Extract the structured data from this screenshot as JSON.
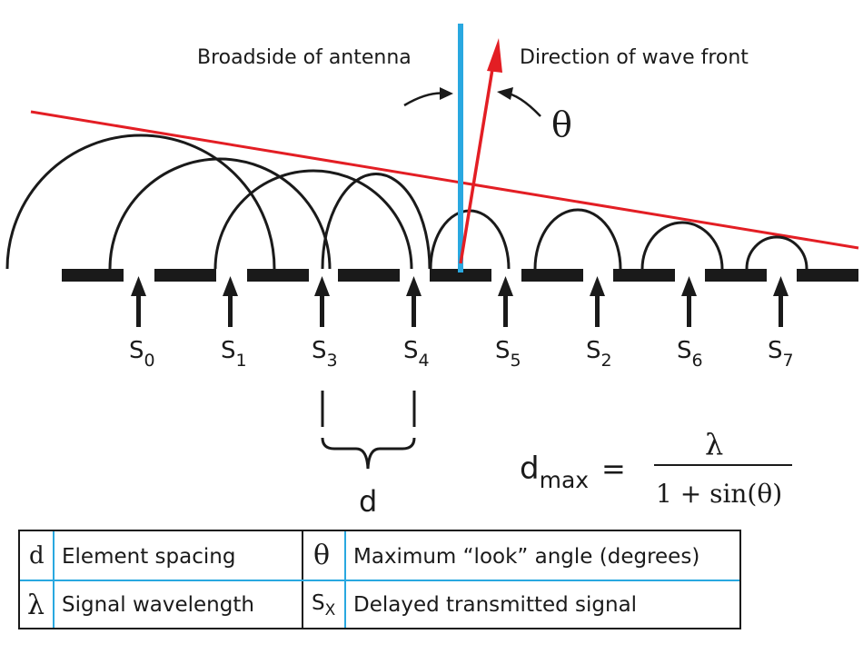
{
  "labels": {
    "broadside": "Broadside of antenna",
    "wavefront": "Direction of wave front",
    "theta": "θ",
    "spacing": "d"
  },
  "signals": [
    {
      "base": "S",
      "sub": "0"
    },
    {
      "base": "S",
      "sub": "1"
    },
    {
      "base": "S",
      "sub": "3"
    },
    {
      "base": "S",
      "sub": "4"
    },
    {
      "base": "S",
      "sub": "5"
    },
    {
      "base": "S",
      "sub": "2"
    },
    {
      "base": "S",
      "sub": "6"
    },
    {
      "base": "S",
      "sub": "7"
    }
  ],
  "formula": {
    "lhs_base": "d",
    "lhs_sub": "max",
    "equals": "=",
    "numerator": "λ",
    "denominator": "1 + sin(θ)"
  },
  "legend": [
    {
      "symbol": "d",
      "text": "Element spacing"
    },
    {
      "symbol": "θ",
      "text": "Maximum “look” angle (degrees)"
    },
    {
      "symbol": "λ",
      "text": "Signal wavelength"
    },
    {
      "symbol": "S",
      "symbol_sub": "X",
      "text": "Delayed transmitted signal"
    }
  ],
  "colors": {
    "broadside_line": "#29a8e0",
    "wavefront": "#e31e24",
    "ink": "#1a1a1a"
  }
}
